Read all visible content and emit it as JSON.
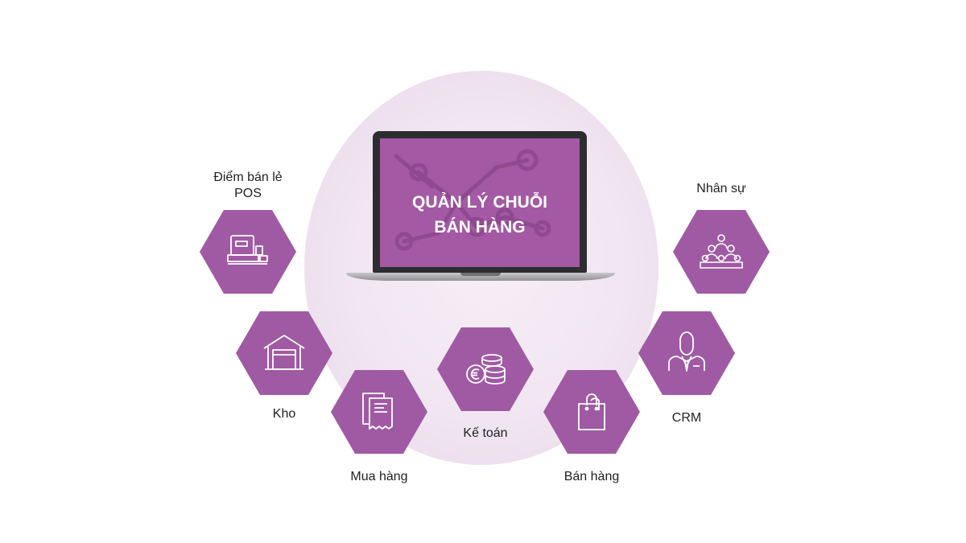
{
  "screen": {
    "title_line1": "QUẢN LÝ CHUỖI",
    "title_line2": "BÁN HÀNG"
  },
  "modules": {
    "pos": {
      "label_line1": "Điểm bán lẻ",
      "label_line2": "POS",
      "icon": "cash-register-icon"
    },
    "kho": {
      "label": "Kho",
      "icon": "warehouse-icon"
    },
    "mua_hang": {
      "label": "Mua hàng",
      "icon": "documents-icon"
    },
    "ke_toan": {
      "label": "Kế toán",
      "icon": "coins-euro-icon"
    },
    "ban_hang": {
      "label": "Bán hàng",
      "icon": "shopping-bag-icon"
    },
    "crm": {
      "label": "CRM",
      "icon": "businessman-icon"
    },
    "nhan_su": {
      "label": "Nhân sự",
      "icon": "people-group-icon"
    }
  },
  "colors": {
    "hexagon": "#a05aa4",
    "screen": "#a359a3",
    "glow": "#ecdcec"
  }
}
